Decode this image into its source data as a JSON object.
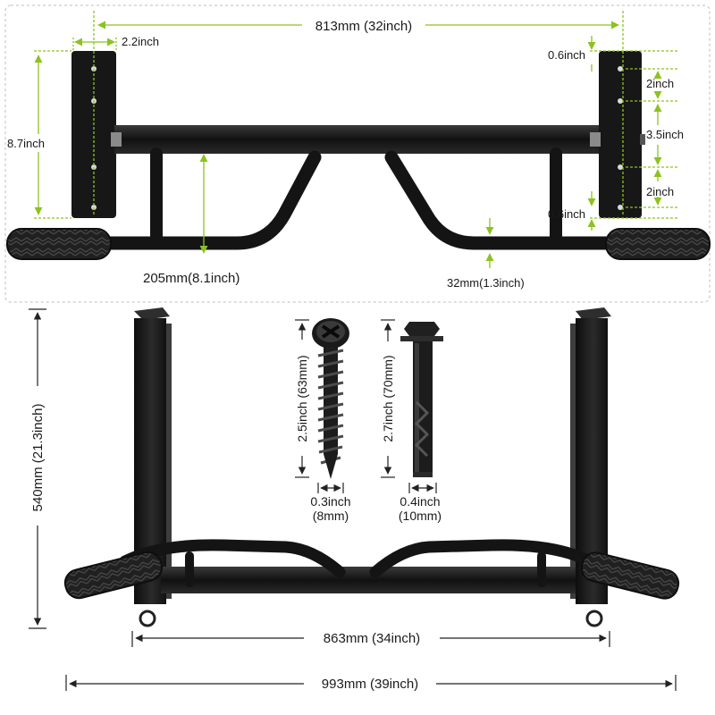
{
  "colors": {
    "accent": "#8dc21f",
    "metal": "#1c1c1c",
    "panel_border": "#bdbdbd",
    "dimension_line": "#222222"
  },
  "top_view": {
    "width_label": "813mm (32inch)",
    "plate_width_label": "2.2inch",
    "plate_height_label": "8.7inch",
    "edge_top_label": "0.6inch",
    "spacing_top_label": "2inch",
    "center_label": "3.5inch",
    "spacing_bottom_label": "2inch",
    "edge_bottom_label": "0.6inch",
    "depth_label": "205mm(8.1inch)",
    "tube_label": "32mm(1.3inch)"
  },
  "front_view": {
    "height_label": "540mm (21.3inch)",
    "inner_width_label": "863mm (34inch)",
    "total_width_label": "993mm (39inch)"
  },
  "screw": {
    "length_label": "2.5inch (63mm)",
    "diameter_label_1": "0.3inch",
    "diameter_label_2": "(8mm)"
  },
  "anchor_bolt": {
    "length_label": "2.7inch (70mm)",
    "diameter_label_1": "0.4inch",
    "diameter_label_2": "(10mm)"
  }
}
